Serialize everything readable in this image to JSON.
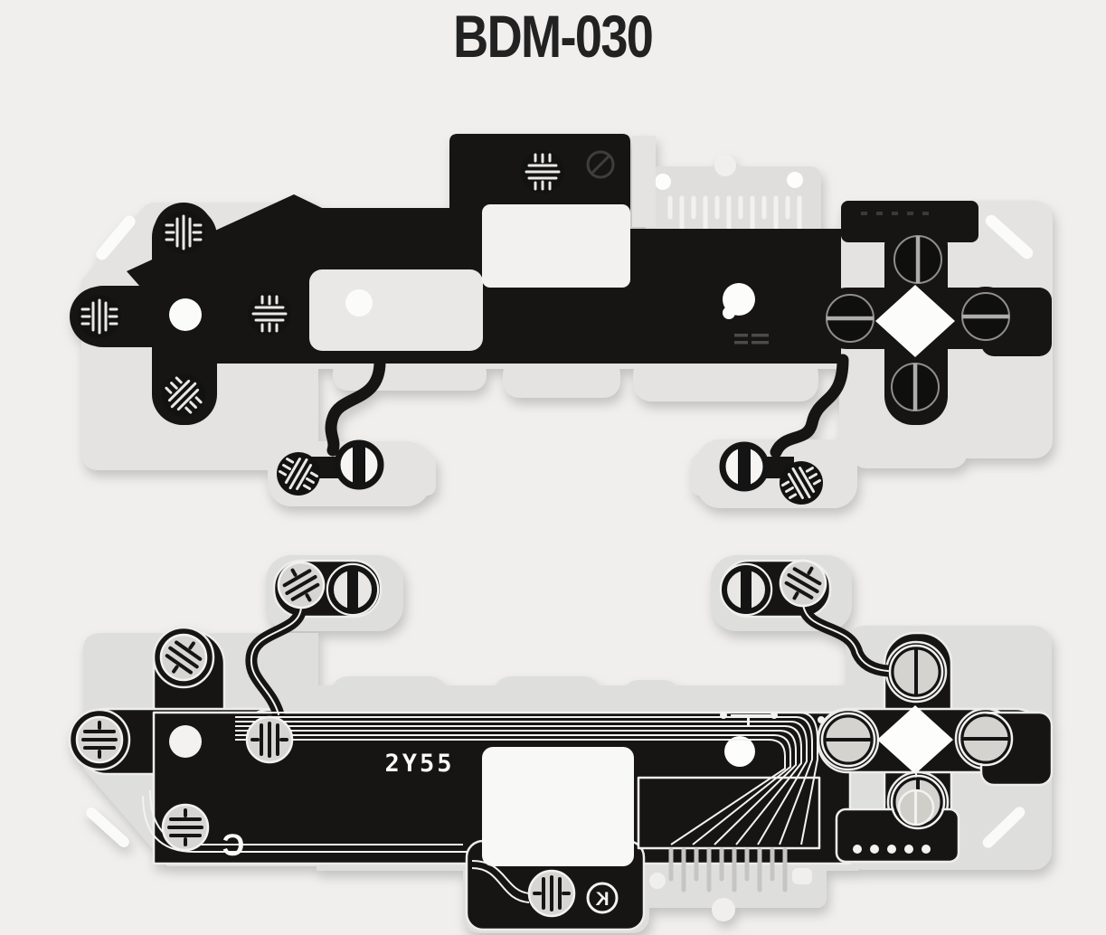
{
  "page": {
    "title": "BDM-030",
    "background": "#f0efee"
  },
  "markings": {
    "bottom_film_code": "2Y55",
    "bottom_film_revision": "C",
    "bottom_film_logo": "K"
  },
  "colors": {
    "background": "#f0efee",
    "film_black": "#161514",
    "substrate_gray": "#e4e3e1",
    "substrate_gray_dark": "#dededc",
    "pad_gray": "#d6d5d2",
    "trace_white": "#f2f2f0",
    "title_color": "#222222"
  }
}
